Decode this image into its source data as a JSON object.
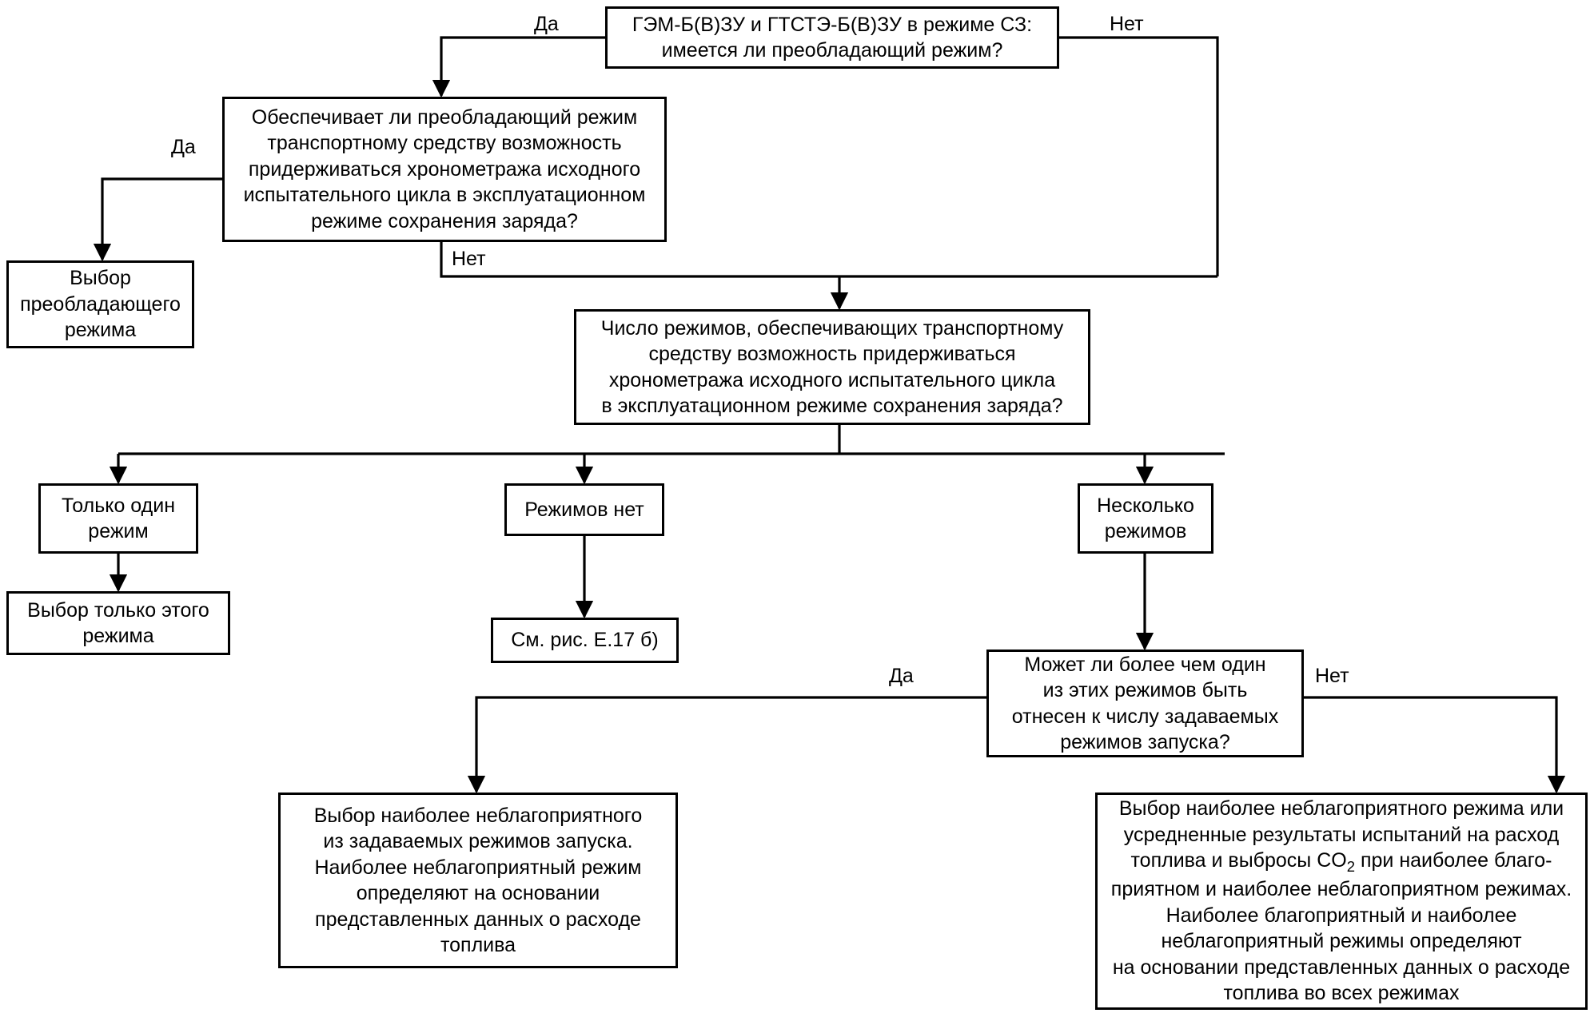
{
  "diagram": {
    "title": "Блок-схема выбора режима ГЭМ-Б(В)ЗУ и ГТСТЭ-Б(В)ЗУ",
    "line_color": "#000000",
    "background_color": "#ffffff",
    "text_color": "#000000"
  },
  "nodes": {
    "q_prevailing_mode": "ГЭМ-Б(В)ЗУ и ГТСТЭ-Б(В)ЗУ в режиме СЗ:\nимеется ли преобладающий режим?",
    "q_prevailing_allows_cycle": "Обеспечивает ли преобладающий режим\nтранспортному средству возможность\nпридерживаться хронометража исходного\nиспытательного цикла в эксплуатационном\nрежиме сохранения заряда?",
    "select_prevailing_mode": "Выбор\nпреобладающего\nрежима",
    "q_number_of_modes": "Число режимов, обеспечивающих транспортному\nсредству возможность придерживаться\nхронометража исходного испытательного цикла\nв эксплуатационном режиме сохранения заряда?",
    "only_one_mode": "Только один\nрежим",
    "no_modes": "Режимов нет",
    "several_modes": "Несколько\nрежимов",
    "select_only_this_mode": "Выбор только этого\nрежима",
    "see_figure": "См. рис. Е.17 б)",
    "q_more_than_one_startup": "Может ли более чем один\nиз этих режимов быть\nотнесен к числу задаваемых\nрежимов запуска?",
    "select_worst_startup": "Выбор наиболее неблагоприятного\nиз задаваемых режимов запуска.\nНаиболее неблагоприятный режим\nопределяют на основании\nпредставленных данных о расходе\nтоплива",
    "select_worst_or_average_part1": "Выбор наиболее неблагоприятного режима или\nусредненные результаты испытаний на расход\nтоплива и выбросы CO",
    "select_worst_or_average_sub": "2",
    "select_worst_or_average_part2": " при наиболее благо-\nприятном и наиболее неблагоприятном режимах.\nНаиболее благоприятный и наиболее\nнеблагоприятный режимы определяют\nна основании представленных данных о расходе\nтоплива во всех режимах"
  },
  "edge_labels": {
    "top_yes": "Да",
    "top_no": "Нет",
    "prevailing_yes": "Да",
    "prevailing_no": "Нет",
    "startup_yes": "Да",
    "startup_no": "Нет"
  }
}
